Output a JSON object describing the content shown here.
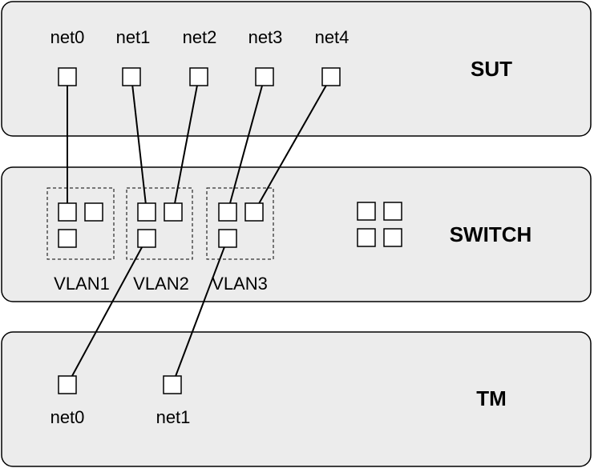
{
  "sut": {
    "title": "SUT",
    "ports": [
      "net0",
      "net1",
      "net2",
      "net3",
      "net4"
    ]
  },
  "switch": {
    "title": "SWITCH",
    "vlans": [
      "VLAN1",
      "VLAN2",
      "VLAN3"
    ]
  },
  "tm": {
    "title": "TM",
    "ports": [
      "net0",
      "net1"
    ]
  },
  "connections": [
    {
      "from": "SUT.net0",
      "to": "VLAN1"
    },
    {
      "from": "SUT.net1",
      "to": "VLAN2"
    },
    {
      "from": "SUT.net2",
      "to": "VLAN2"
    },
    {
      "from": "SUT.net3",
      "to": "VLAN3"
    },
    {
      "from": "SUT.net4",
      "to": "VLAN3"
    },
    {
      "from": "TM.net0",
      "to": "VLAN2"
    },
    {
      "from": "TM.net1",
      "to": "VLAN3"
    }
  ]
}
